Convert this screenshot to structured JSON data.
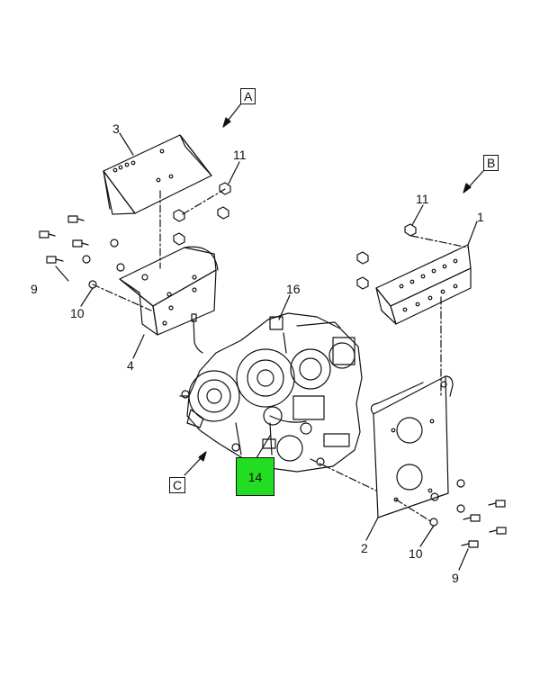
{
  "views": {
    "a": "A",
    "b": "B",
    "c": "C"
  },
  "callouts": {
    "p1": "1",
    "p2": "2",
    "p3": "3",
    "p4": "4",
    "p9_left": "9",
    "p9_right": "9",
    "p10_left": "10",
    "p10_right": "10",
    "p11_top": "11",
    "p11_right": "11",
    "p16": "16"
  },
  "highlight": {
    "label": "14",
    "color": "#22dd22"
  }
}
